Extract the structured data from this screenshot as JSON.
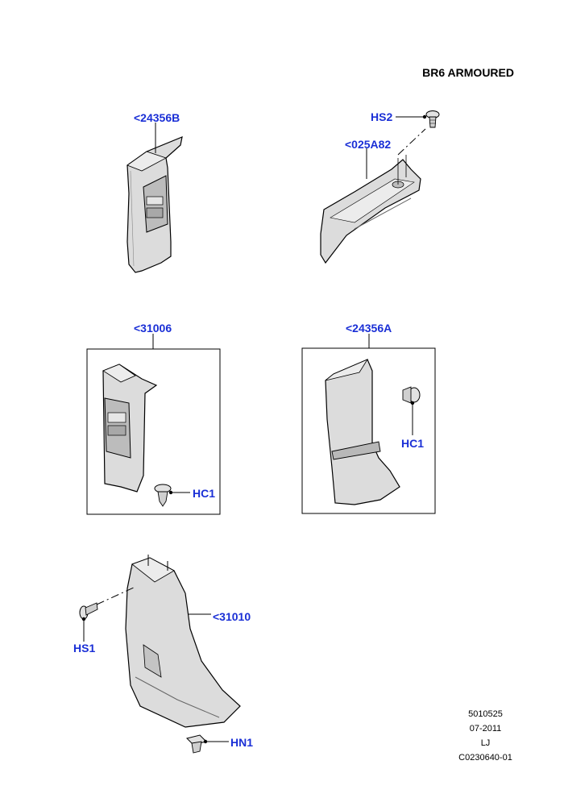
{
  "header": {
    "title": "BR6 ARMOURED"
  },
  "parts": [
    {
      "id": "p1",
      "label": "<24356B"
    },
    {
      "id": "p2",
      "label": "<025A82"
    },
    {
      "id": "p3",
      "label": "<31006"
    },
    {
      "id": "p4",
      "label": "<24356A"
    },
    {
      "id": "p5",
      "label": "<31010"
    }
  ],
  "fasteners": [
    {
      "id": "f1",
      "label": "HS2"
    },
    {
      "id": "f2",
      "label": "HC1"
    },
    {
      "id": "f3",
      "label": "HC1"
    },
    {
      "id": "f4",
      "label": "HS1"
    },
    {
      "id": "f5",
      "label": "HN1"
    }
  ],
  "footer": {
    "code": "5010525",
    "date": "07-2011",
    "initials": "LJ",
    "reference": "C0230640-01"
  },
  "colors": {
    "callout": "#1a2fd6",
    "part_fill": "#dcdcdc",
    "outline": "#000000"
  }
}
